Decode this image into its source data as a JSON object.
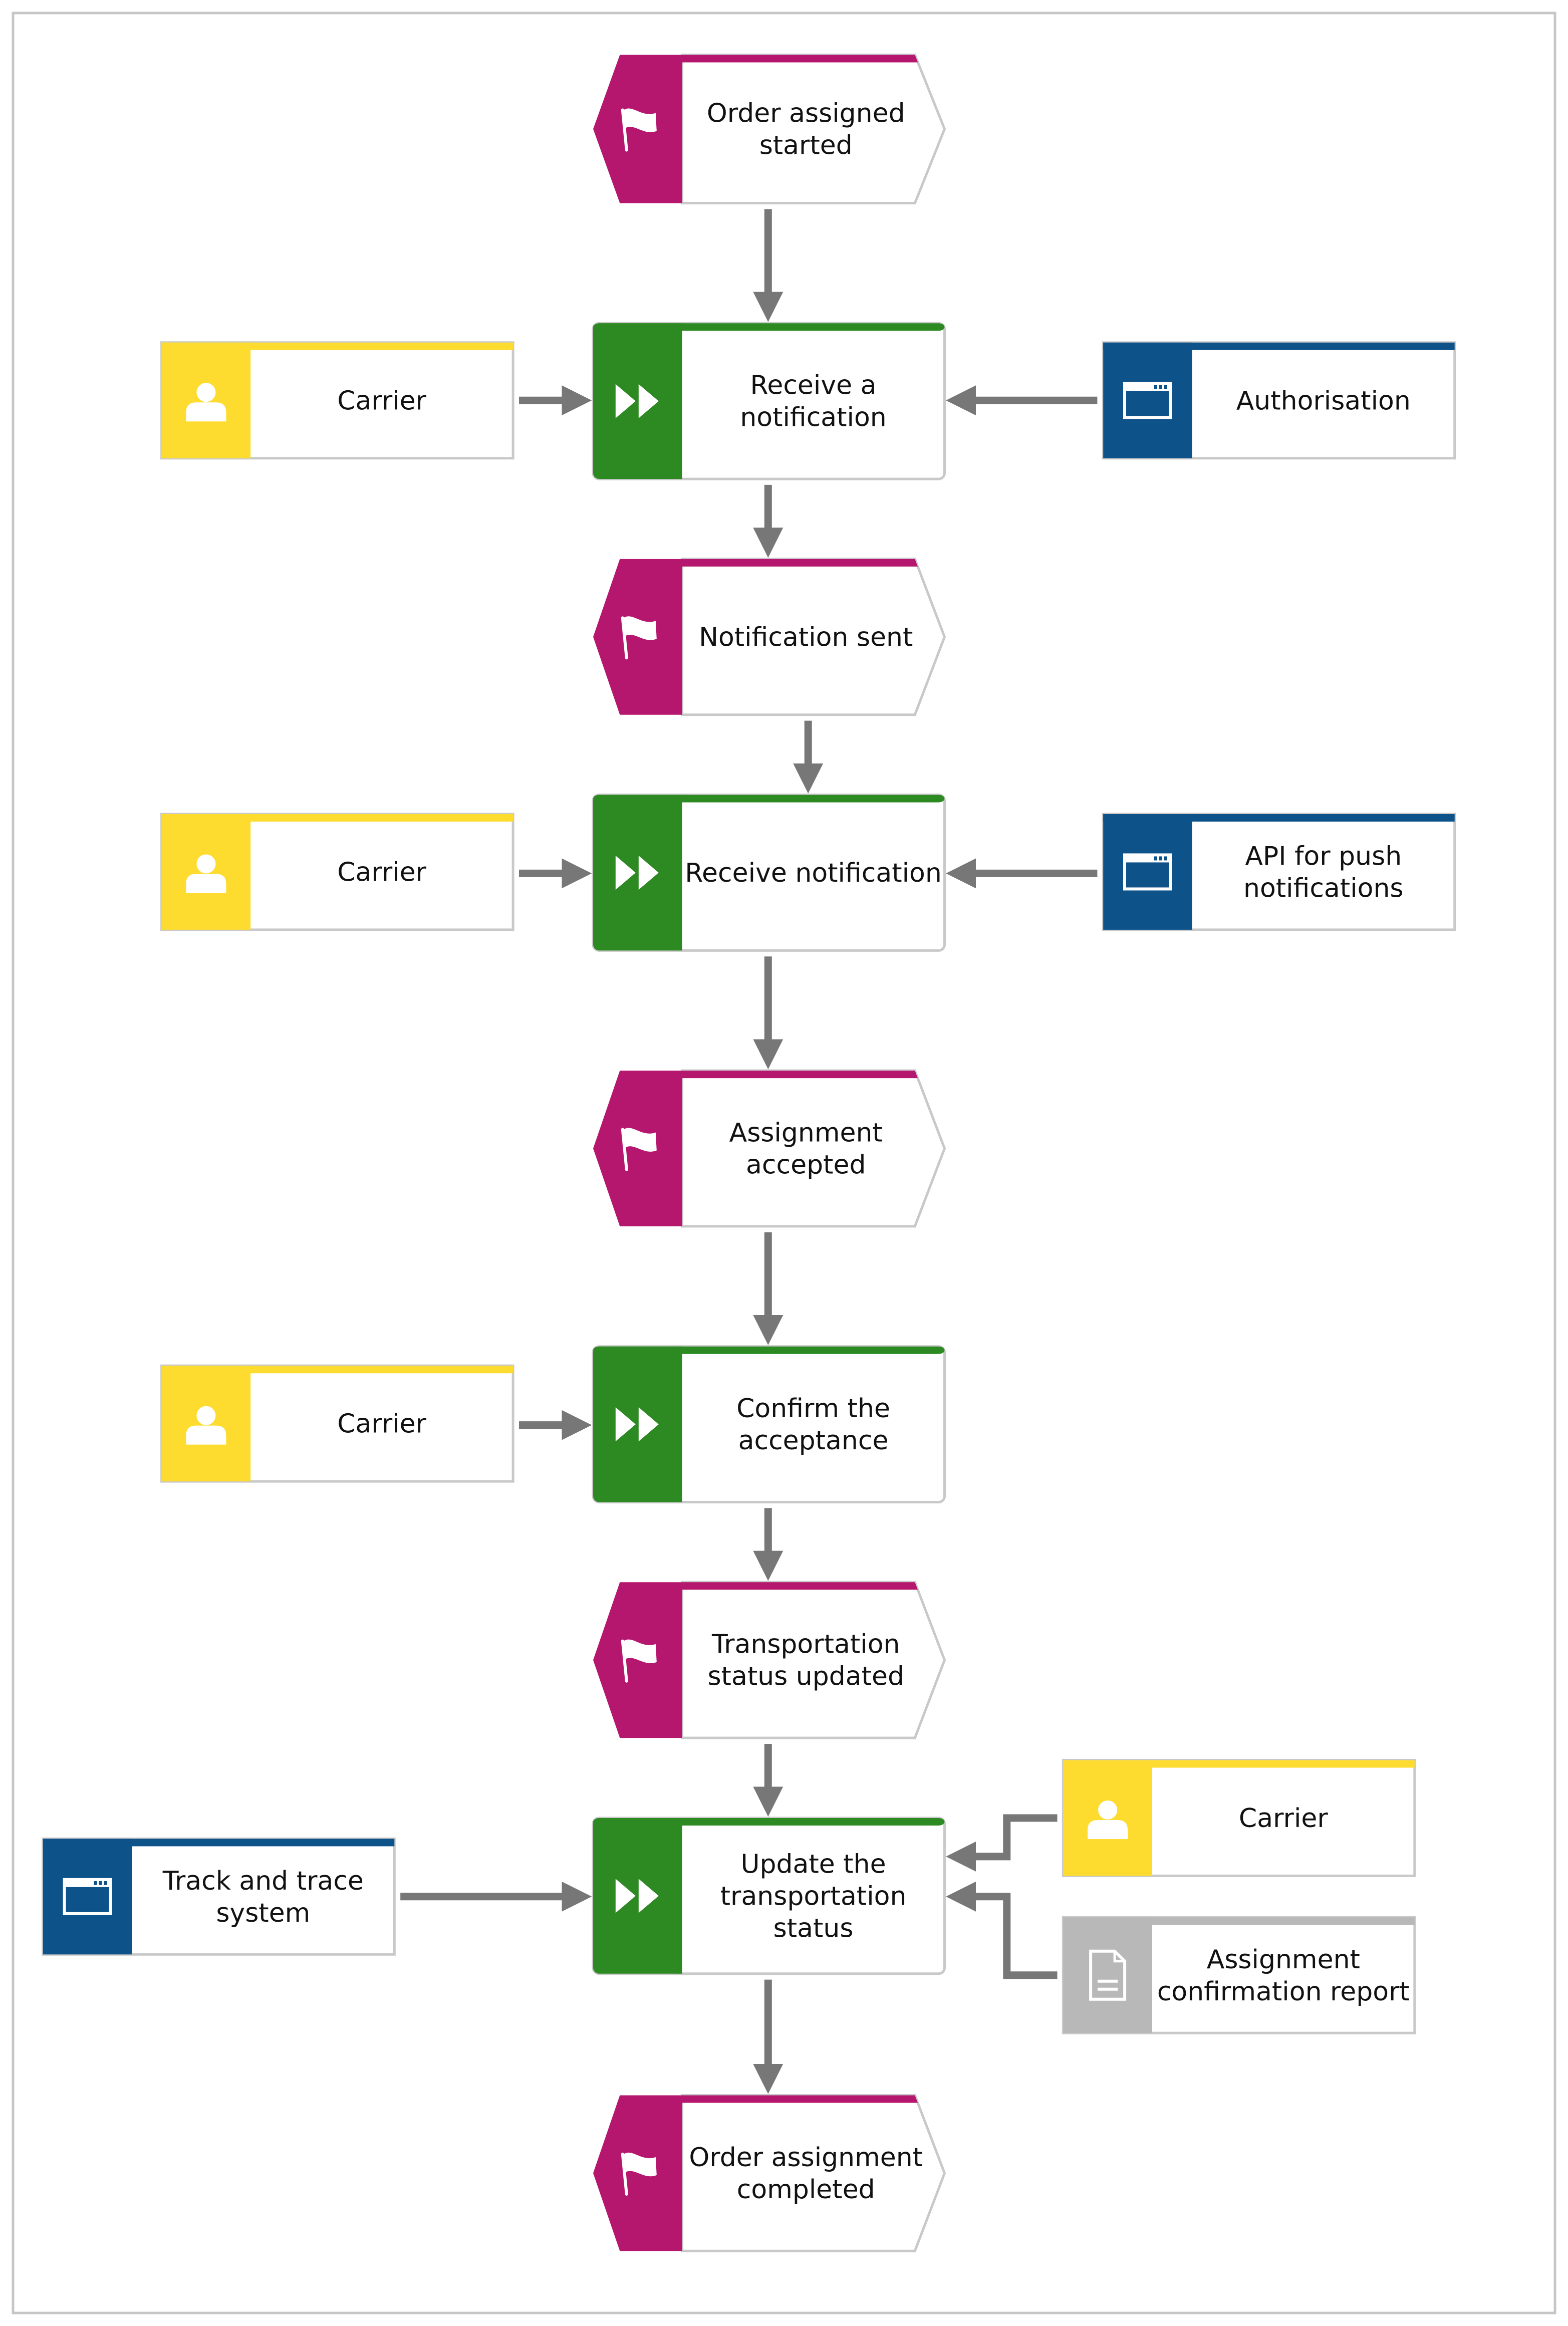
{
  "colors": {
    "event": "#b5176f",
    "function": "#2d8a23",
    "role": "#fddc2f",
    "system": "#0e528a",
    "document": "#b8b8b8",
    "connector": "#777777",
    "border": "#c9c9c9"
  },
  "nodes": {
    "event_order_started": {
      "type": "event",
      "icon": "flag-icon",
      "lines": [
        "Order assigned",
        "started"
      ]
    },
    "fn_receive_a_notification": {
      "type": "function",
      "icon": "fast-forward-icon",
      "lines": [
        "Receive a",
        "notification"
      ]
    },
    "role_carrier_1": {
      "type": "role",
      "icon": "person-icon",
      "lines": [
        "Carrier"
      ]
    },
    "system_authorisation": {
      "type": "system",
      "icon": "application-window-icon",
      "lines": [
        "Authorisation"
      ]
    },
    "event_notification_sent": {
      "type": "event",
      "icon": "flag-icon",
      "lines": [
        "Notification sent"
      ]
    },
    "fn_receive_notification": {
      "type": "function",
      "icon": "fast-forward-icon",
      "lines": [
        "Receive notification"
      ]
    },
    "role_carrier_2": {
      "type": "role",
      "icon": "person-icon",
      "lines": [
        "Carrier"
      ]
    },
    "system_api_push": {
      "type": "system",
      "icon": "application-window-icon",
      "lines": [
        "API for push",
        "notifications"
      ]
    },
    "event_assignment_accepted": {
      "type": "event",
      "icon": "flag-icon",
      "lines": [
        "Assignment",
        "accepted"
      ]
    },
    "fn_confirm_acceptance": {
      "type": "function",
      "icon": "fast-forward-icon",
      "lines": [
        "Confirm the",
        "acceptance"
      ]
    },
    "role_carrier_3": {
      "type": "role",
      "icon": "person-icon",
      "lines": [
        "Carrier"
      ]
    },
    "event_status_updated": {
      "type": "event",
      "icon": "flag-icon",
      "lines": [
        "Transportation",
        "status updated"
      ]
    },
    "fn_update_status": {
      "type": "function",
      "icon": "fast-forward-icon",
      "lines": [
        "Update the",
        "transportation",
        "status"
      ]
    },
    "system_track_trace": {
      "type": "system",
      "icon": "application-window-icon",
      "lines": [
        "Track and trace",
        "system"
      ]
    },
    "role_carrier_4": {
      "type": "role",
      "icon": "person-icon",
      "lines": [
        "Carrier"
      ]
    },
    "doc_confirmation_report": {
      "type": "document",
      "icon": "document-icon",
      "lines": [
        "Assignment",
        "confirmation report"
      ]
    },
    "event_order_completed": {
      "type": "event",
      "icon": "flag-icon",
      "lines": [
        "Order assignment",
        "completed"
      ]
    }
  }
}
